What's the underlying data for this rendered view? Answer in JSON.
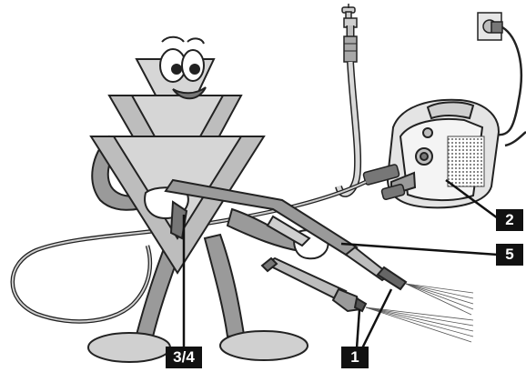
{
  "figure": {
    "callouts": {
      "pump": "2",
      "spray_lance": "5",
      "trigger_gun": "3/4",
      "nozzles": "1"
    }
  },
  "colors": {
    "outline": "#222222",
    "body_gray": "#9a9a9a",
    "light_gray": "#d6d6d6",
    "mid_gray": "#b8b8b8",
    "dark_gray": "#555555",
    "callout_bg": "#111111",
    "callout_text": "#ffffff"
  },
  "icons": [
    "faucet-icon",
    "power-socket-icon",
    "pressure-washer-pump",
    "mascot-character",
    "spray-gun",
    "nozzle-extension"
  ]
}
